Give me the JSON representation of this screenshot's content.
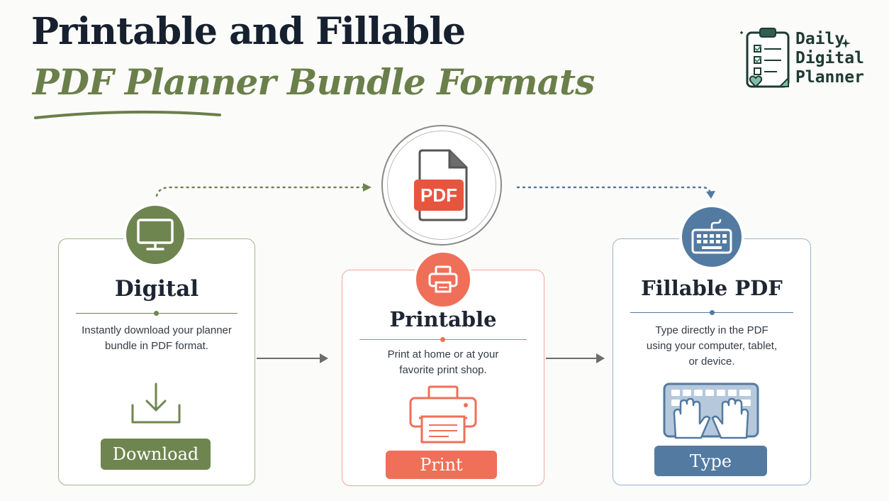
{
  "title": {
    "line1": "Printable and Fillable",
    "line2": "PDF Planner Bundle Formats"
  },
  "brand": {
    "line1": "Daily",
    "line2": "Digital",
    "line3": "Planner"
  },
  "center_badge": {
    "label": "PDF"
  },
  "cards": {
    "digital": {
      "title": "Digital",
      "description": "Instantly download your planner bundle in PDF format.",
      "button": "Download"
    },
    "printable": {
      "title": "Printable",
      "description": "Print at home or at your favorite print shop.",
      "button": "Print"
    },
    "fillable": {
      "title": "Fillable PDF",
      "description": "Type directly in the PDF using your computer, tablet, or device.",
      "button": "Type"
    }
  },
  "colors": {
    "green": "#6f8550",
    "coral": "#ef6f58",
    "blue": "#537aa0",
    "dark": "#16202e"
  },
  "icons": {
    "digital": "monitor-icon",
    "printable": "printer-icon",
    "fillable": "keyboard-icon",
    "download": "download-icon",
    "center": "pdf-file-icon",
    "brand": "clipboard-checklist-icon"
  }
}
